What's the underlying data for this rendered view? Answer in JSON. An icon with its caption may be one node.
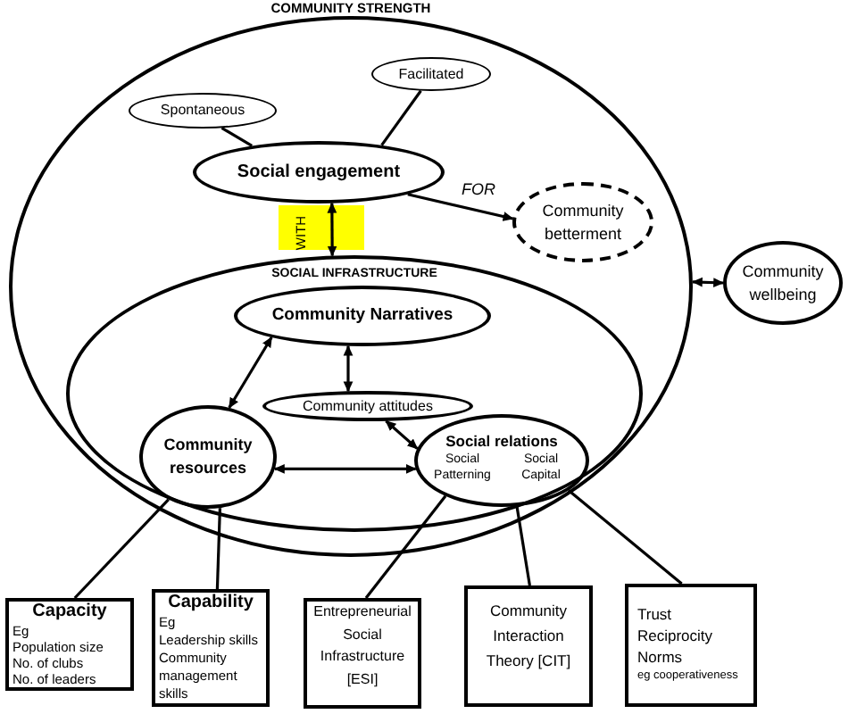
{
  "diagram": {
    "nodes": [
      {
        "text": [
          "COMMUNITY STRENGTH"
        ]
      },
      {
        "text": [
          "Spontaneous"
        ],
        "in": 0
      },
      {
        "text": [
          "Facilitated"
        ],
        "in": 0
      },
      {
        "text": [
          "Social engagement"
        ],
        "in": 0
      },
      {
        "text": [
          "Community betterment"
        ],
        "in": 0
      },
      {
        "text": [
          "Community wellbeing"
        ]
      },
      {
        "text": [
          "SOCIAL INFRASTRUCTURE"
        ],
        "in": 0
      },
      {
        "text": [
          "Community Narratives"
        ],
        "in": 6
      },
      {
        "text": [
          "Community attitudes"
        ],
        "in": 6
      },
      {
        "text": [
          "Community resources"
        ],
        "in": 6
      },
      {
        "text": [
          "Social relations",
          "Social Patterning",
          "Social Capital"
        ],
        "in": 6
      },
      {
        "text": [
          "Capacity",
          "Eg",
          "Population size",
          "No. of clubs",
          "No. of leaders"
        ]
      },
      {
        "text": [
          "Capability",
          "Eg",
          "Leadership skills",
          "Community management skills"
        ]
      },
      {
        "text": [
          "Entrepreneurial Social Infrastructure [ESI]"
        ]
      },
      {
        "text": [
          "Community Interaction Theory [CIT]"
        ]
      },
      {
        "text": [
          "Trust",
          "Reciprocity",
          "Norms",
          "eg cooperativeness"
        ]
      }
    ],
    "edges": [
      {
        "from": 1,
        "to": 3,
        "arrow": "none"
      },
      {
        "from": 2,
        "to": 3,
        "arrow": "none"
      },
      {
        "from": 3,
        "to": 4,
        "arrow": "to",
        "label": "FOR"
      },
      {
        "from": 3,
        "to": 6,
        "arrow": "both",
        "label": "WITH"
      },
      {
        "from": 0,
        "to": 5,
        "arrow": "both"
      },
      {
        "from": 7,
        "to": 9,
        "arrow": "both"
      },
      {
        "from": 7,
        "to": 8,
        "arrow": "both"
      },
      {
        "from": 8,
        "to": 10,
        "arrow": "both"
      },
      {
        "from": 9,
        "to": 10,
        "arrow": "both"
      },
      {
        "from": 9,
        "to": 11,
        "arrow": "none"
      },
      {
        "from": 9,
        "to": 12,
        "arrow": "none"
      },
      {
        "from": 10,
        "to": 13,
        "arrow": "none"
      },
      {
        "from": 10,
        "to": 14,
        "arrow": "none"
      },
      {
        "from": 10,
        "to": 15,
        "arrow": "none"
      }
    ]
  }
}
